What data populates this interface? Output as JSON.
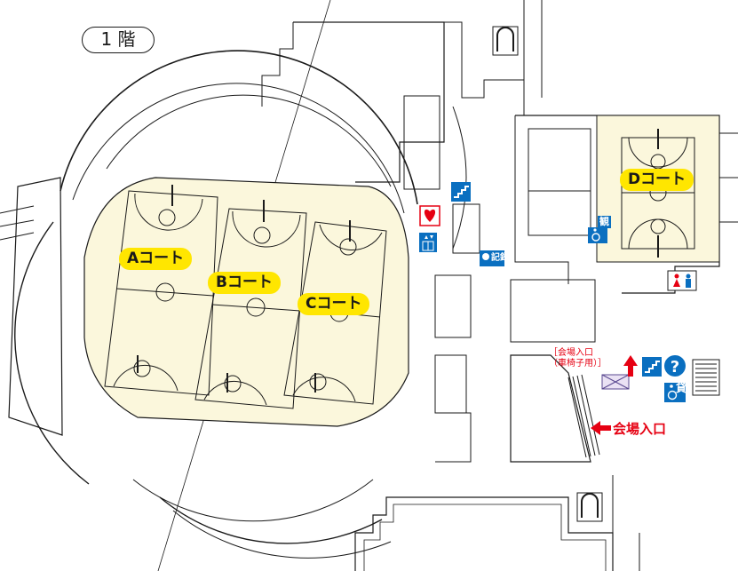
{
  "floor": {
    "label": "1 階"
  },
  "courts": [
    {
      "id": "a",
      "label": "Aコート"
    },
    {
      "id": "b",
      "label": "Bコート"
    },
    {
      "id": "c",
      "label": "Cコート"
    },
    {
      "id": "d",
      "label": "Dコート"
    }
  ],
  "entrances": {
    "main": "会場入口",
    "wheelchair_line1": "［会場入口",
    "wheelchair_line2": "（車椅子用）］"
  },
  "signs": {
    "record": "記録",
    "spectator": "観",
    "rental": "貸"
  },
  "colors": {
    "court_fill": "#fbf7dc",
    "court_label_bg": "#ffe600",
    "sign_blue": "#0a6fc0",
    "entrance_red": "#e60012",
    "restroom_male": "#0a6fc0",
    "restroom_female": "#e60012",
    "wall": "#1a1a1a"
  },
  "icons": {
    "arena_entry_arrow": "arrow-left-icon",
    "wheelchair_arrow": "arrow-up-icon",
    "info": "question-mark-icon",
    "aed": "aed-icon",
    "elevator": "elevator-icon",
    "stairs": "stairs-icon",
    "restroom": "restroom-icon",
    "wheelchair": "wheelchair-icon"
  }
}
